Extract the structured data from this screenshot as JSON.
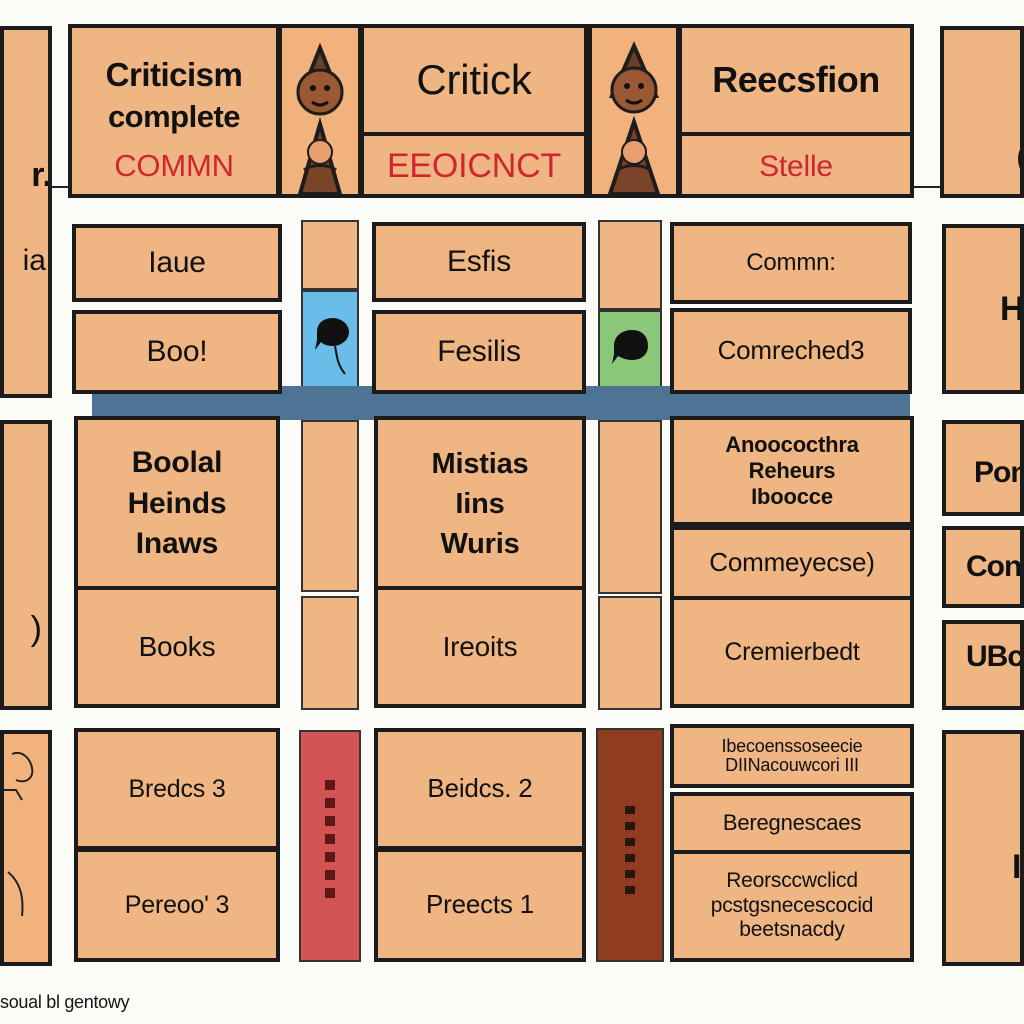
{
  "colors": {
    "background": "#fbfbf8",
    "panel": "#efb583",
    "border": "#1b1b1b",
    "red_text": "#cf2630",
    "blue_bar": "#4d7492",
    "light_blue": "#69bde8",
    "light_green": "#8bc779",
    "red_column": "#d25454",
    "brown_column": "#8f3d1e"
  },
  "header": {
    "left_title_line1": "Criticism",
    "left_title_line2": "complete",
    "left_subtitle": "COMMN",
    "center_title": "Critick",
    "center_subtitle": "EEOICNCT",
    "right_title": "Reecsfion",
    "right_subtitle": "Stelle"
  },
  "left_edge": {
    "top_fragment_1": "r.",
    "top_fragment_2": "ia",
    "middle_fragment": ")"
  },
  "right_edge": {
    "top_fragment": "(",
    "middle_fragment": "H",
    "lower_fragment_1": "Pon",
    "lower_fragment_2": "Con",
    "lower_fragment_3": "UBc",
    "bottom_fragment": "I"
  },
  "rows": {
    "row1": {
      "col1_top": "Iaue",
      "col1_bottom": "Boo!",
      "col2_top": "Esfis",
      "col2_bottom": "Fesilis",
      "col3_top": "Commn:",
      "col3_bottom": "Comreched3"
    },
    "row2": {
      "col1_top": "Boolal\nHeinds\nInaws",
      "col1_bottom": "Books",
      "col2_top": "Mistias\nIins\nWuris",
      "col2_bottom": "Ireoits",
      "col3_top": "Anoococthra\nReheurs\nIboocce",
      "col3_middle": "Commeyecse)",
      "col3_bottom": "Cremierbedt"
    },
    "row3": {
      "col1_top": "Bredcs 3",
      "col1_bottom": "Pereoo' 3",
      "col2_top": "Beidcs. 2",
      "col2_bottom": "Preects 1",
      "col3_top": "Ibecoenssoseecie\nDIINacouwcori III",
      "col3_middle": "Beregnescaes",
      "col3_bottom": "Reorsccwclicd\npcstgsnecescocid\nbeetsnacdy"
    }
  },
  "footer": {
    "text": "soual bl gentowy"
  }
}
